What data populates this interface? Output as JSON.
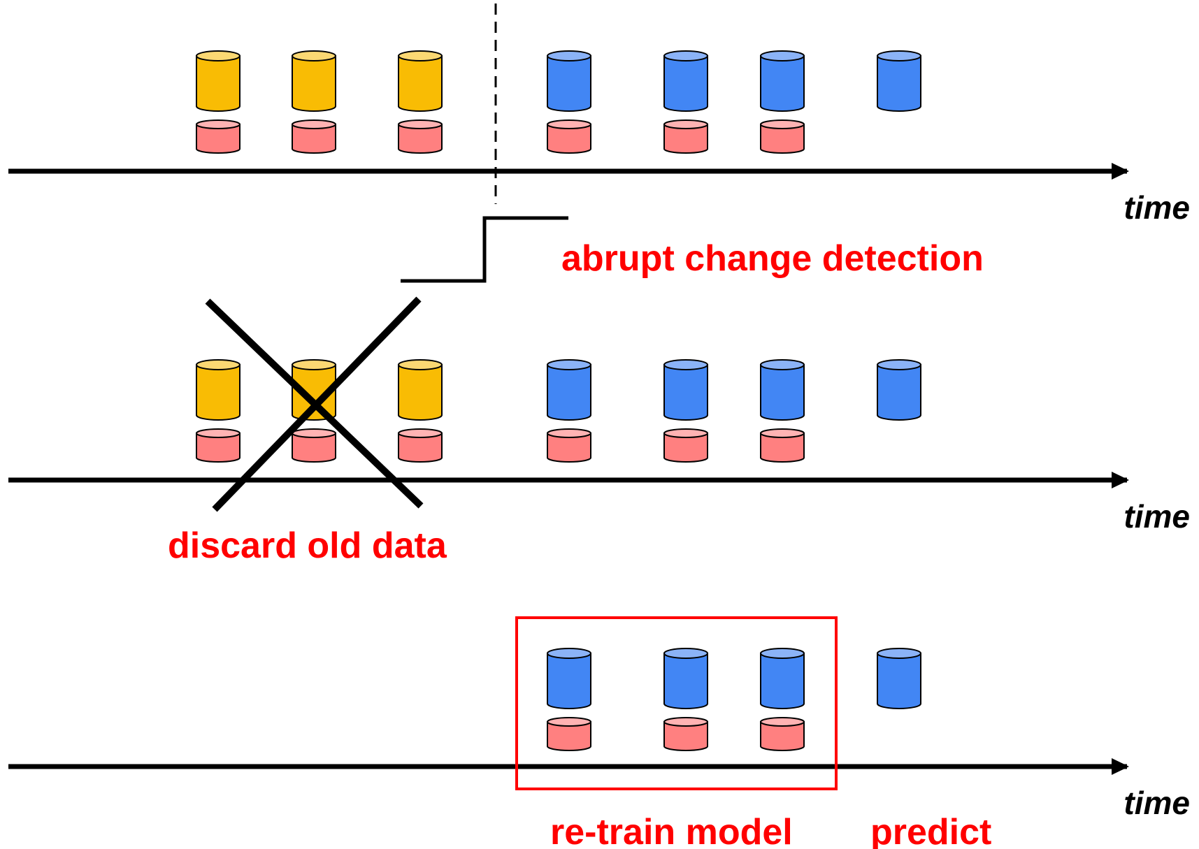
{
  "colors": {
    "old_data": "#F9BC04",
    "old_data_top": "#FBD873",
    "new_data": "#4286F4",
    "new_data_top": "#8BB3F7",
    "label": "#FF8080",
    "label_top": "#FFB3B3",
    "annotation": "#FF0000",
    "line": "#000000"
  },
  "axis_label": "time",
  "annotations": {
    "change_detection": "abrupt change detection",
    "discard": "discard old data",
    "retrain": "re-train model",
    "predict": "predict"
  },
  "rows": [
    {
      "items": [
        {
          "kind": "old",
          "has_label": true
        },
        {
          "kind": "old",
          "has_label": true
        },
        {
          "kind": "old",
          "has_label": true
        },
        {
          "kind": "new",
          "has_label": true
        },
        {
          "kind": "new",
          "has_label": true
        },
        {
          "kind": "new",
          "has_label": true
        },
        {
          "kind": "new",
          "has_label": false
        }
      ]
    },
    {
      "items": [
        {
          "kind": "old",
          "has_label": true
        },
        {
          "kind": "old",
          "has_label": true
        },
        {
          "kind": "old",
          "has_label": true
        },
        {
          "kind": "new",
          "has_label": true
        },
        {
          "kind": "new",
          "has_label": true
        },
        {
          "kind": "new",
          "has_label": true
        },
        {
          "kind": "new",
          "has_label": false
        }
      ]
    },
    {
      "items": [
        {
          "kind": "none",
          "has_label": false
        },
        {
          "kind": "none",
          "has_label": false
        },
        {
          "kind": "none",
          "has_label": false
        },
        {
          "kind": "new",
          "has_label": true
        },
        {
          "kind": "new",
          "has_label": true
        },
        {
          "kind": "new",
          "has_label": true
        },
        {
          "kind": "new",
          "has_label": false
        }
      ]
    }
  ]
}
